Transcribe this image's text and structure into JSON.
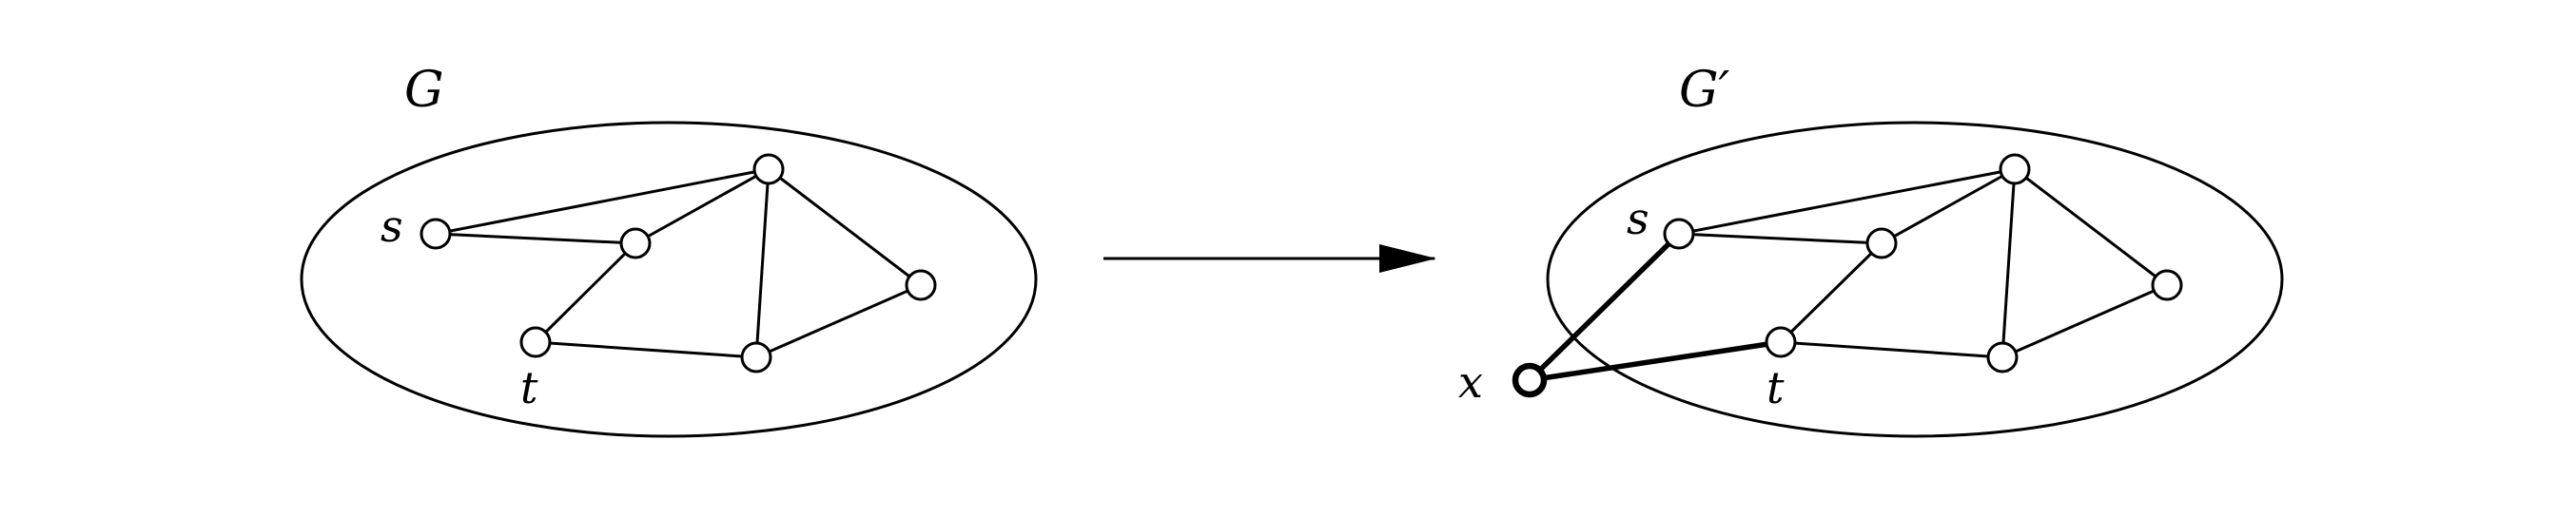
{
  "left_graph": {
    "title": "G",
    "labels": {
      "s": "s",
      "t": "t"
    }
  },
  "right_graph": {
    "title": "G′",
    "labels": {
      "s": "s",
      "t": "t",
      "x": "x"
    }
  },
  "colors": {
    "stroke": "#000000",
    "node_fill": "#ffffff",
    "background": "#ffffff"
  }
}
